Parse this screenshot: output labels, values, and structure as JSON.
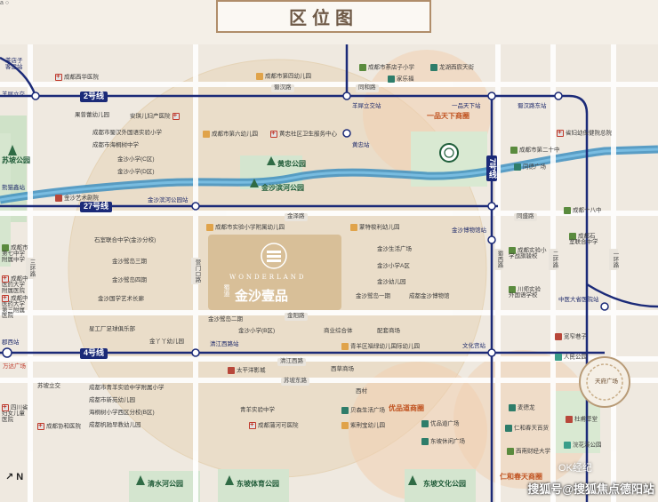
{
  "title": "区位图",
  "top_fragment": "a  ○",
  "watermark": {
    "top": "OK经纪",
    "bottom": "搜狐号@搜狐焦点德阳站"
  },
  "north_label": "N",
  "project": {
    "name_en": "WONDERLAND",
    "name_cn": "金沙壹品",
    "tag": "蜀道"
  },
  "metro_lines": [
    {
      "name": "2号线"
    },
    {
      "name": "27号线"
    },
    {
      "name": "4号线"
    },
    {
      "name": "7号线"
    }
  ],
  "stations": [
    {
      "name": "茶店子客运站"
    },
    {
      "name": "羊犀立交"
    },
    {
      "name": "羊犀立交站"
    },
    {
      "name": "一品天下站"
    },
    {
      "name": "蜀汉路东站"
    },
    {
      "name": "黄忠站"
    },
    {
      "name": "金沙滨河公园站"
    },
    {
      "name": "金沙博物馆站"
    },
    {
      "name": "清江西路站"
    },
    {
      "name": "文化宫站"
    },
    {
      "name": "中医大省医院站"
    },
    {
      "name": "熊猫鑫站"
    },
    {
      "name": "郡西站"
    }
  ],
  "roads": [
    {
      "name": "蜀汉路"
    },
    {
      "name": "金泽路"
    },
    {
      "name": "金阳路"
    },
    {
      "name": "清江西路"
    },
    {
      "name": "苏坡东路"
    },
    {
      "name": "同盛路"
    },
    {
      "name": "营门口路"
    },
    {
      "name": "蜀西路"
    },
    {
      "name": "三环路"
    },
    {
      "name": "一环路"
    },
    {
      "name": "二环路"
    },
    {
      "name": "同和路"
    },
    {
      "name": "苏坡立交"
    }
  ],
  "districts": [
    {
      "name": "一品天下商圈"
    },
    {
      "name": "优品道商圈"
    },
    {
      "name": "仁和春天商圈"
    }
  ],
  "parks": [
    {
      "name": "黄忠公园"
    },
    {
      "name": "金沙滨河公园"
    },
    {
      "name": "苏坡公园"
    },
    {
      "name": "清水河公园"
    },
    {
      "name": "东坡体育公园"
    },
    {
      "name": "东坡文化公园"
    }
  ],
  "pois": [
    {
      "name": "成都西华医院",
      "icon": "hospital-icon"
    },
    {
      "name": "成都市茶店子小学",
      "icon": "school-icon"
    },
    {
      "name": "龙湖西宸天街",
      "icon": "mall-icon"
    },
    {
      "name": "家乐福",
      "icon": "mall-icon"
    },
    {
      "name": "成都市第四幼儿园",
      "icon": "kindergarten-icon"
    },
    {
      "name": "果曾蕾幼儿园",
      "icon": "kindergarten-icon"
    },
    {
      "name": "安琪儿妇产医院",
      "icon": "hospital-icon"
    },
    {
      "name": "成都市蜀汉外国语实验小学",
      "icon": "school-icon"
    },
    {
      "name": "成都市海桐树中学",
      "icon": "school-icon"
    },
    {
      "name": "金沙小学(C区)",
      "icon": "school-icon"
    },
    {
      "name": "金沙小学(D区)",
      "icon": "school-icon"
    },
    {
      "name": "成都市第六幼儿园",
      "icon": "kindergarten-icon"
    },
    {
      "name": "黄忠社区卫生服务中心",
      "icon": "hospital-icon"
    },
    {
      "name": "金沙艺术剧院",
      "icon": "culture-icon"
    },
    {
      "name": "成都市实验小学附属幼儿园",
      "icon": "kindergarten-icon"
    },
    {
      "name": "蒙特梭利幼儿园",
      "icon": "kindergarten-icon"
    },
    {
      "name": "石室联合中学(金沙分校)",
      "icon": "school-icon"
    },
    {
      "name": "金沙鹭岛三期",
      "icon": "residential-icon"
    },
    {
      "name": "金沙鹭岛四期",
      "icon": "residential-icon"
    },
    {
      "name": "金沙国学艺术长廊",
      "icon": "culture-icon"
    },
    {
      "name": "金沙生活广场",
      "icon": "residential-icon"
    },
    {
      "name": "金沙小学A区",
      "icon": "residential-icon"
    },
    {
      "name": "金沙幼儿园",
      "icon": "residential-icon"
    },
    {
      "name": "金沙鹭岛一期",
      "icon": "residential-icon"
    },
    {
      "name": "成都金沙博物馆",
      "icon": "culture-icon"
    },
    {
      "name": "金沙鹭岛二期",
      "icon": "residential-icon"
    },
    {
      "name": "金沙小学(B区)",
      "icon": "residential-icon"
    },
    {
      "name": "商业综合体",
      "icon": "residential-icon"
    },
    {
      "name": "配套商场",
      "icon": "residential-icon"
    },
    {
      "name": "青羊区福绿幼儿国际幼儿园",
      "icon": "kindergarten-icon"
    },
    {
      "name": "星工厂足球俱乐部",
      "icon": "sport-icon"
    },
    {
      "name": "金丫丫幼儿园",
      "icon": "kindergarten-icon"
    },
    {
      "name": "万达广场",
      "icon": "mall-icon"
    },
    {
      "name": "太平洋影城",
      "icon": "culture-icon"
    },
    {
      "name": "西草商场",
      "icon": "residential-icon"
    },
    {
      "name": "成都市青羊实验中学附属小学",
      "icon": "school-icon"
    },
    {
      "name": "成都市新苑幼儿园",
      "icon": "kindergarten-icon"
    },
    {
      "name": "海桐树小学西区分校(B区)",
      "icon": "school-icon"
    },
    {
      "name": "成都中医药大学第三附属医院",
      "icon": "hospital-icon"
    },
    {
      "name": "四川省妇女儿童医院",
      "icon": "hospital-icon"
    },
    {
      "name": "成都市第七中学附属中学",
      "icon": "school-icon"
    },
    {
      "name": "成都协和医院",
      "icon": "hospital-icon"
    },
    {
      "name": "成都中医药大学附属医院",
      "icon": "hospital-icon"
    },
    {
      "name": "成都帆驰早教幼儿园",
      "icon": "kindergarten-icon"
    },
    {
      "name": "青羊实验中学",
      "icon": "school-icon"
    },
    {
      "name": "成都蒲河可医院",
      "icon": "hospital-icon"
    },
    {
      "name": "西村",
      "icon": "residential-icon"
    },
    {
      "name": "贝森生活广场",
      "icon": "mall-icon"
    },
    {
      "name": "优品道广场",
      "icon": "mall-icon"
    },
    {
      "name": "紫荆宝幼儿园",
      "icon": "kindergarten-icon"
    },
    {
      "name": "东坡休闲广场",
      "icon": "mall-icon"
    },
    {
      "name": "成都市第二十中",
      "icon": "school-icon"
    },
    {
      "name": "同德广场",
      "icon": "mall-icon"
    },
    {
      "name": "省妇幼保健院总院",
      "icon": "hospital-icon"
    },
    {
      "name": "成都十八中",
      "icon": "school-icon"
    },
    {
      "name": "成都石室联合中学",
      "icon": "school-icon"
    },
    {
      "name": "成都实验小学战旗骏校",
      "icon": "school-icon"
    },
    {
      "name": "川师实验外国语学校",
      "icon": "school-icon"
    },
    {
      "name": "宽窄巷子",
      "icon": "culture-icon"
    },
    {
      "name": "人民公园",
      "icon": "park-icon"
    },
    {
      "name": "天府广场",
      "icon": "landmark-icon"
    },
    {
      "name": "麦德龙",
      "icon": "mall-icon"
    },
    {
      "name": "仁和春天百货",
      "icon": "mall-icon"
    },
    {
      "name": "西南财经大学",
      "icon": "school-icon"
    },
    {
      "name": "杜甫草堂",
      "icon": "culture-icon"
    },
    {
      "name": "浣花溪公园",
      "icon": "park-icon"
    }
  ]
}
